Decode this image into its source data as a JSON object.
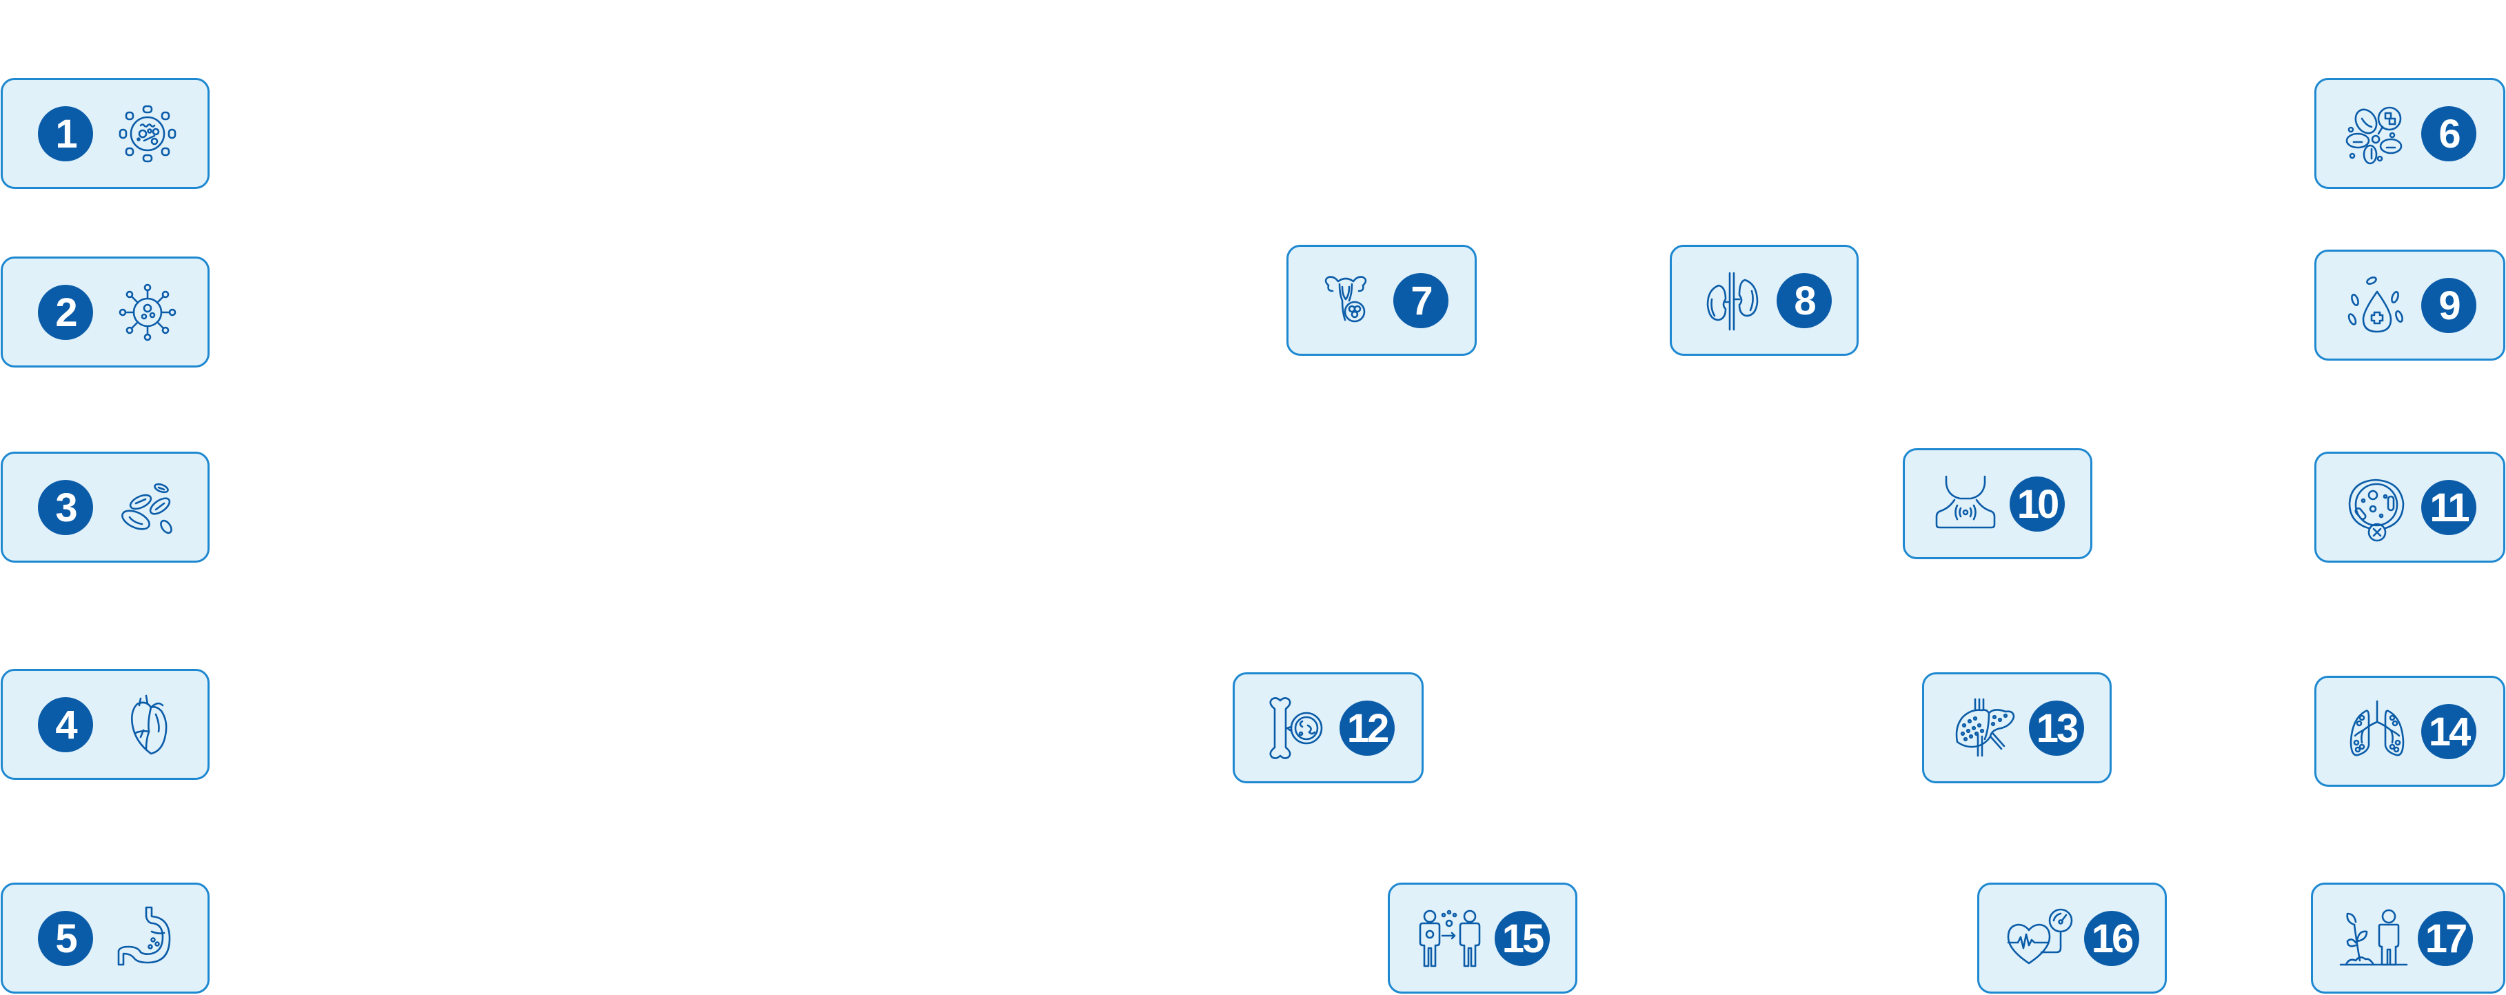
{
  "diagram": {
    "accent_color": "#0b5ca8",
    "border_color": "#1e88d0",
    "card_background": "#e0f1fa",
    "items": [
      {
        "number": "1",
        "icon": "bacteria-cell-icon"
      },
      {
        "number": "2",
        "icon": "virus-icon"
      },
      {
        "number": "3",
        "icon": "red-blood-cells-icon"
      },
      {
        "number": "4",
        "icon": "anatomical-heart-icon"
      },
      {
        "number": "5",
        "icon": "stomach-icon"
      },
      {
        "number": "6",
        "icon": "blood-cells-sugar-icon"
      },
      {
        "number": "7",
        "icon": "uterus-cells-icon"
      },
      {
        "number": "8",
        "icon": "kidneys-icon"
      },
      {
        "number": "9",
        "icon": "blood-drop-plus-icon"
      },
      {
        "number": "10",
        "icon": "thyroid-throat-icon"
      },
      {
        "number": "11",
        "icon": "petri-dish-bacteria-icon"
      },
      {
        "number": "12",
        "icon": "bone-cells-icon"
      },
      {
        "number": "13",
        "icon": "liver-icon"
      },
      {
        "number": "14",
        "icon": "lungs-icon"
      },
      {
        "number": "15",
        "icon": "person-transmission-icon"
      },
      {
        "number": "16",
        "icon": "heart-blood-pressure-icon"
      },
      {
        "number": "17",
        "icon": "plant-person-growth-icon"
      }
    ]
  }
}
